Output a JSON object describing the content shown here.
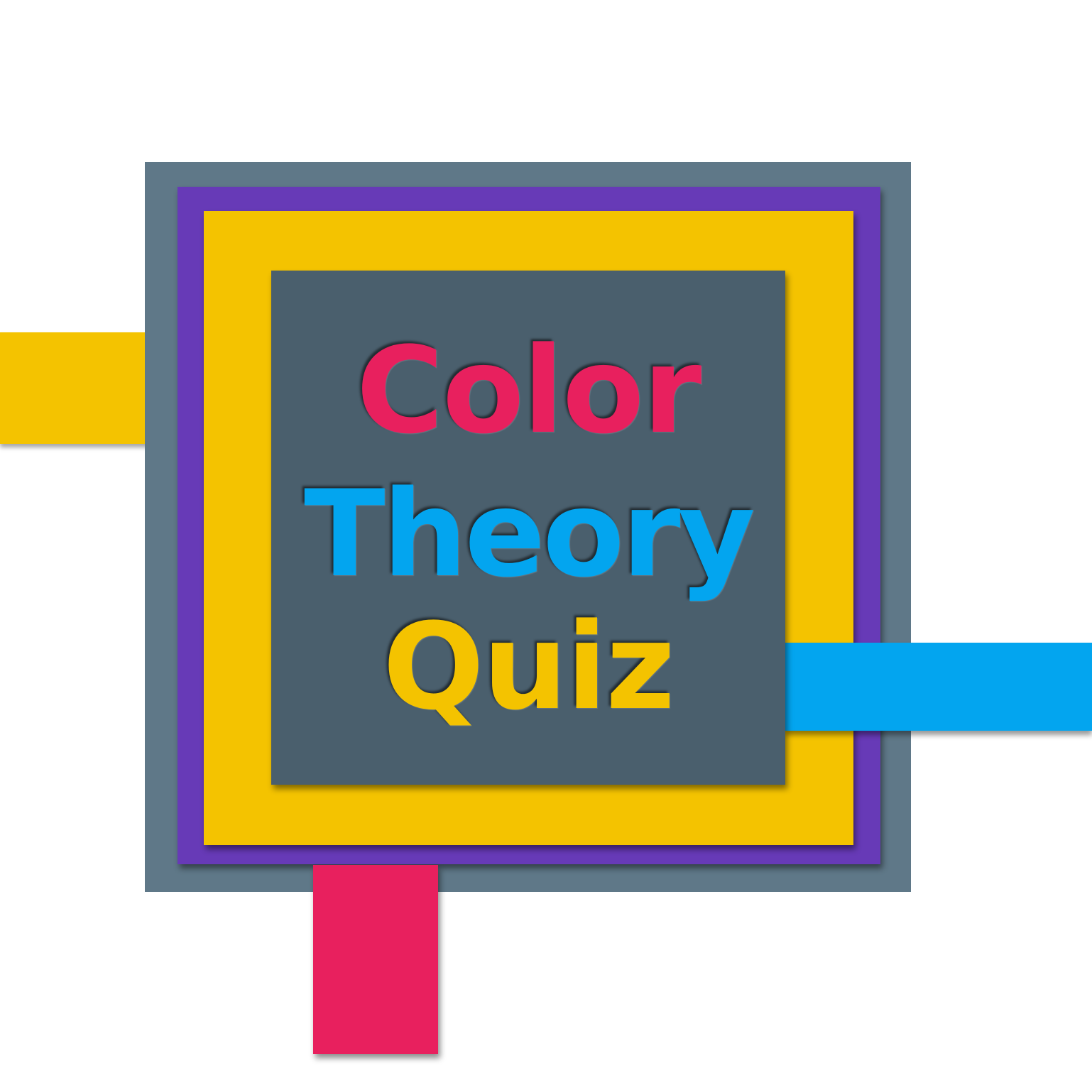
{
  "title": {
    "lines": [
      "Color",
      "Theory",
      "Quiz"
    ]
  },
  "colors": {
    "background": "#ffffff",
    "slate_frame": "#5f7888",
    "purple_frame": "#673ab7",
    "yellow": "#f4c300",
    "dark_panel": "#4a5f6d",
    "pink": "#e8205e",
    "blue": "#03a5ef",
    "line1_text": "#e8205e",
    "line2_text": "#03a5ef",
    "line3_text": "#f4c300"
  }
}
